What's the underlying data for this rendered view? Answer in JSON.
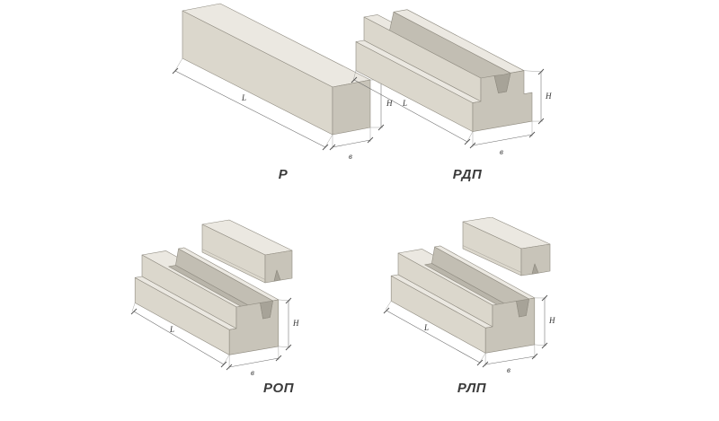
{
  "page": {
    "background": "#ffffff"
  },
  "figures": [
    {
      "id": "r",
      "label": "Р"
    },
    {
      "id": "rdp",
      "label": "РДП"
    },
    {
      "id": "rop",
      "label": "РОП"
    },
    {
      "id": "rlp",
      "label": "РЛП"
    }
  ],
  "dims": {
    "length": "L",
    "width": "в",
    "height": "H"
  },
  "colors": {
    "background": "#ffffff",
    "face_top": "#ebe8e1",
    "face_side": "#dbd7cc",
    "face_end": "#c8c4b9",
    "groove": "#b9b5aa",
    "notch": "#a7a398",
    "outline": "#8f8b80",
    "dimension_line": "#6b6b6b",
    "label_text": "#3a3a3a"
  }
}
